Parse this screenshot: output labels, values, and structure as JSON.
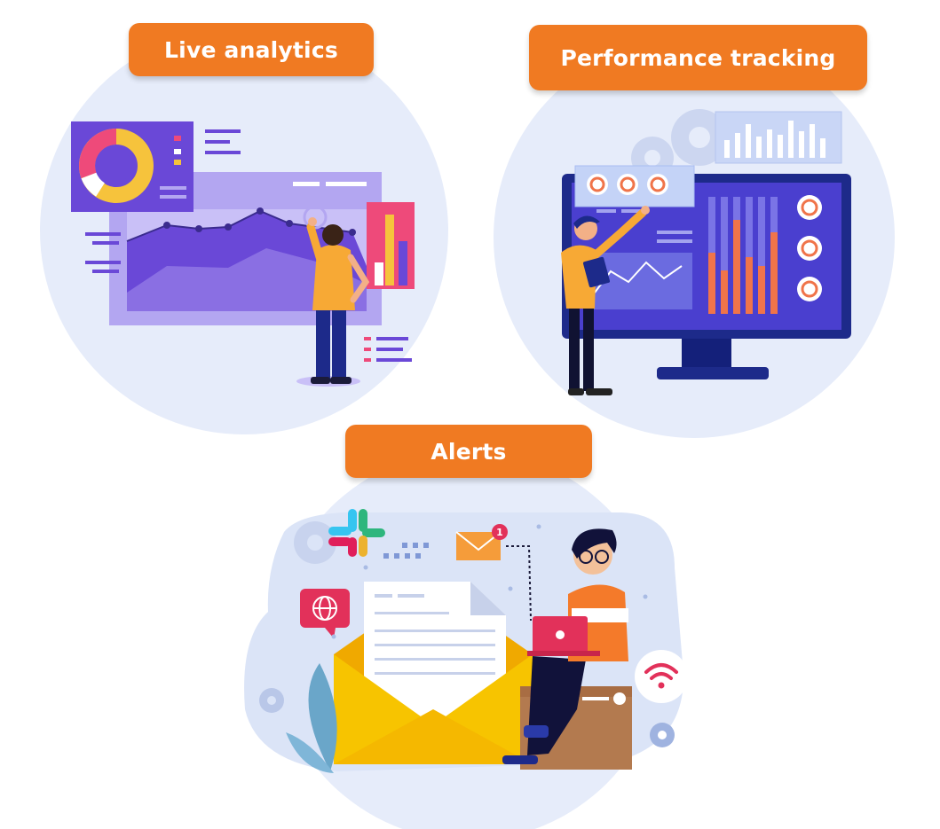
{
  "sections": {
    "live": {
      "label": "Live analytics",
      "icon": "analytics-dashboard-icon"
    },
    "performance": {
      "label": "Performance tracking",
      "icon": "monitor-dashboard-icon"
    },
    "alerts": {
      "label": "Alerts",
      "icon": "email-notification-icon",
      "badge": "1"
    }
  },
  "colors": {
    "accent": "#f07a22",
    "circle": "#e6ecfa",
    "purple": "#6a48d7",
    "navy": "#1d2a8a",
    "pink": "#ee4a7a",
    "yellow": "#f6c33c"
  }
}
